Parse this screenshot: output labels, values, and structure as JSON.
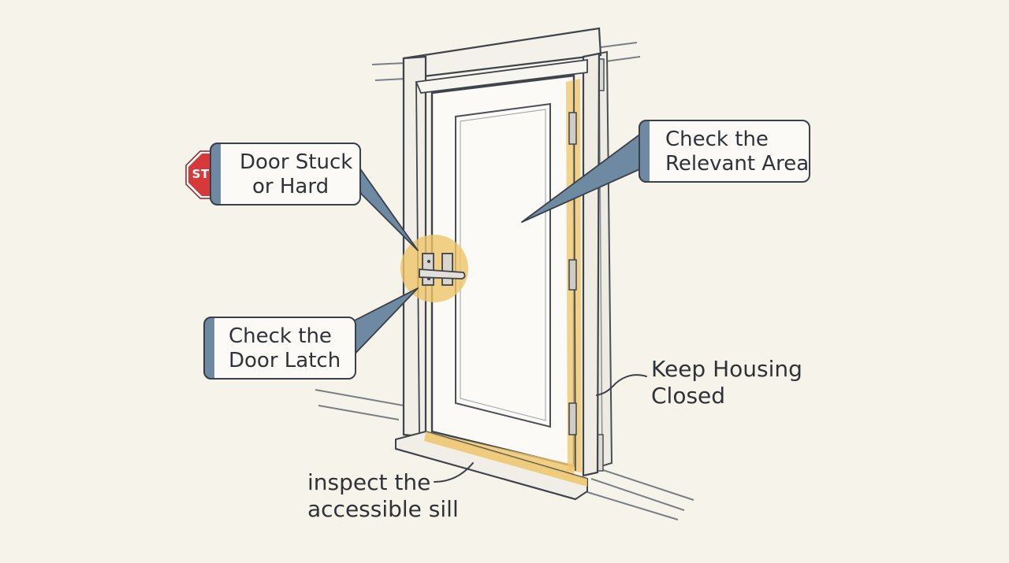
{
  "callouts": {
    "door_stuck": {
      "line1": "Door Stuck",
      "line2": "or Hard"
    },
    "relevant_area": {
      "line1": "Check the",
      "line2": "Relevant Area"
    },
    "door_latch": {
      "line1": "Check the",
      "line2": "Door Latch"
    }
  },
  "labels": {
    "housing": {
      "line1": "Keep Housing",
      "line2": "Closed"
    },
    "sill": {
      "line1": "inspect the",
      "line2": "accessible sill"
    }
  },
  "stop_sign": {
    "text": "STOP",
    "color": "#d6393a"
  },
  "colors": {
    "background": "#f6f3ea",
    "highlight": "#efc56a",
    "callout_tab": "#6e8aa3",
    "line": "#3a4048"
  }
}
